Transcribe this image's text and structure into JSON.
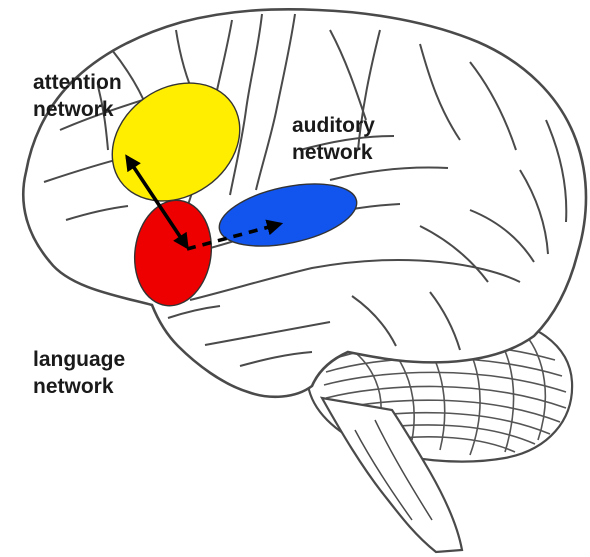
{
  "labels": {
    "attention": {
      "line1": "attention",
      "line2": "network"
    },
    "auditory": {
      "line1": "auditory",
      "line2": "network"
    },
    "language": {
      "line1": "language",
      "line2": "network"
    }
  },
  "colors": {
    "attention_region": "#ffee00",
    "language_region": "#ee0000",
    "auditory_region": "#1155ee",
    "brain_outline": "#4a4a4a",
    "arrow": "#000000"
  },
  "icons": {
    "brain": "brain-lateral-view-drawing",
    "bidirectional_arrow": "double-headed-arrow",
    "dashed_arrow": "dashed-arrow"
  }
}
